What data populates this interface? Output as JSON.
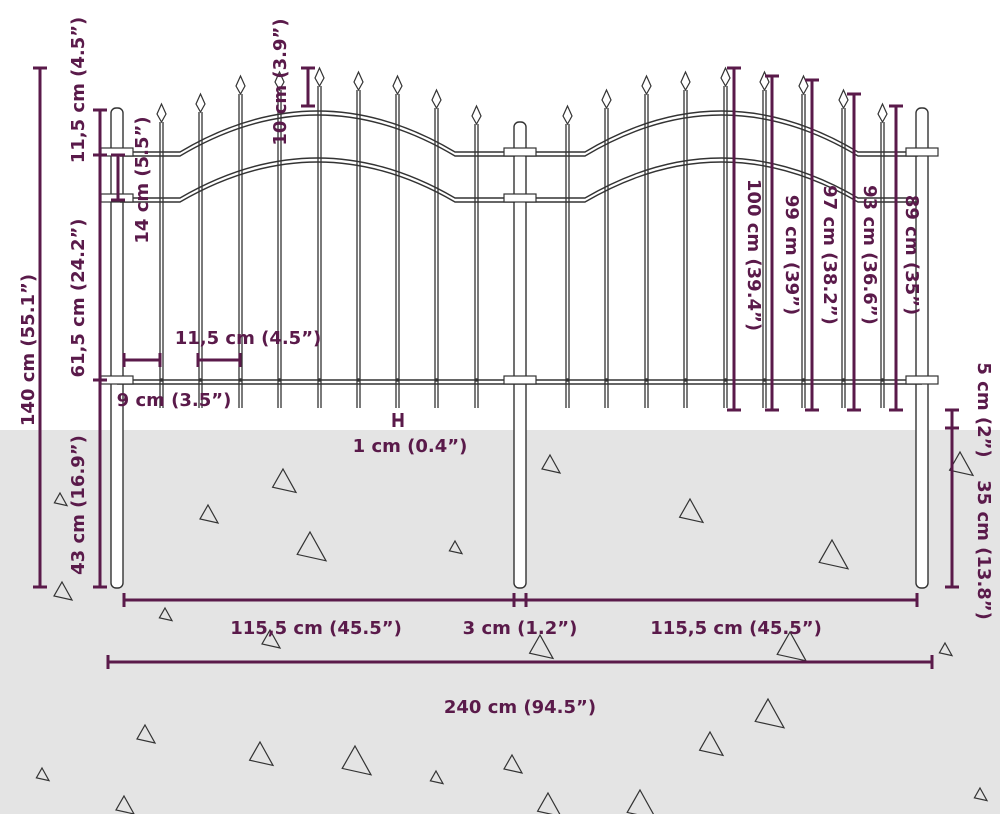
{
  "colors": {
    "ground": "#e4e4e4",
    "fence_line": "#333333",
    "dimension": "#5a1a4a",
    "background": "#ffffff"
  },
  "labels": {
    "total_height": "140 cm (55.1”)",
    "top_section": "11,5 cm (4.5”)",
    "rail_gap": "14 cm (5.5”)",
    "mid_section": "61,5 cm (24.2”)",
    "ground_depth": "43 cm (16.9”)",
    "spike_height": "10 cm (3.9”)",
    "bar_spacing": "11,5 cm (4.5”)",
    "end_gap": "9 cm (3.5”)",
    "bar_thickness": "1 cm (0.4”)",
    "h100": "100 cm (39.4”)",
    "h99": "99 cm (39”)",
    "h97": "97 cm (38.2”)",
    "h93": "93 cm (36.6”)",
    "h89": "89 cm (35”)",
    "post_gap": "5 cm (2”)",
    "post_depth": "35 cm (13.8”)",
    "panel_left": "115,5 cm (45.5”)",
    "post_width": "3 cm (1.2”)",
    "panel_right": "115,5 cm (45.5”)",
    "total_width": "240 cm (94.5”)"
  }
}
